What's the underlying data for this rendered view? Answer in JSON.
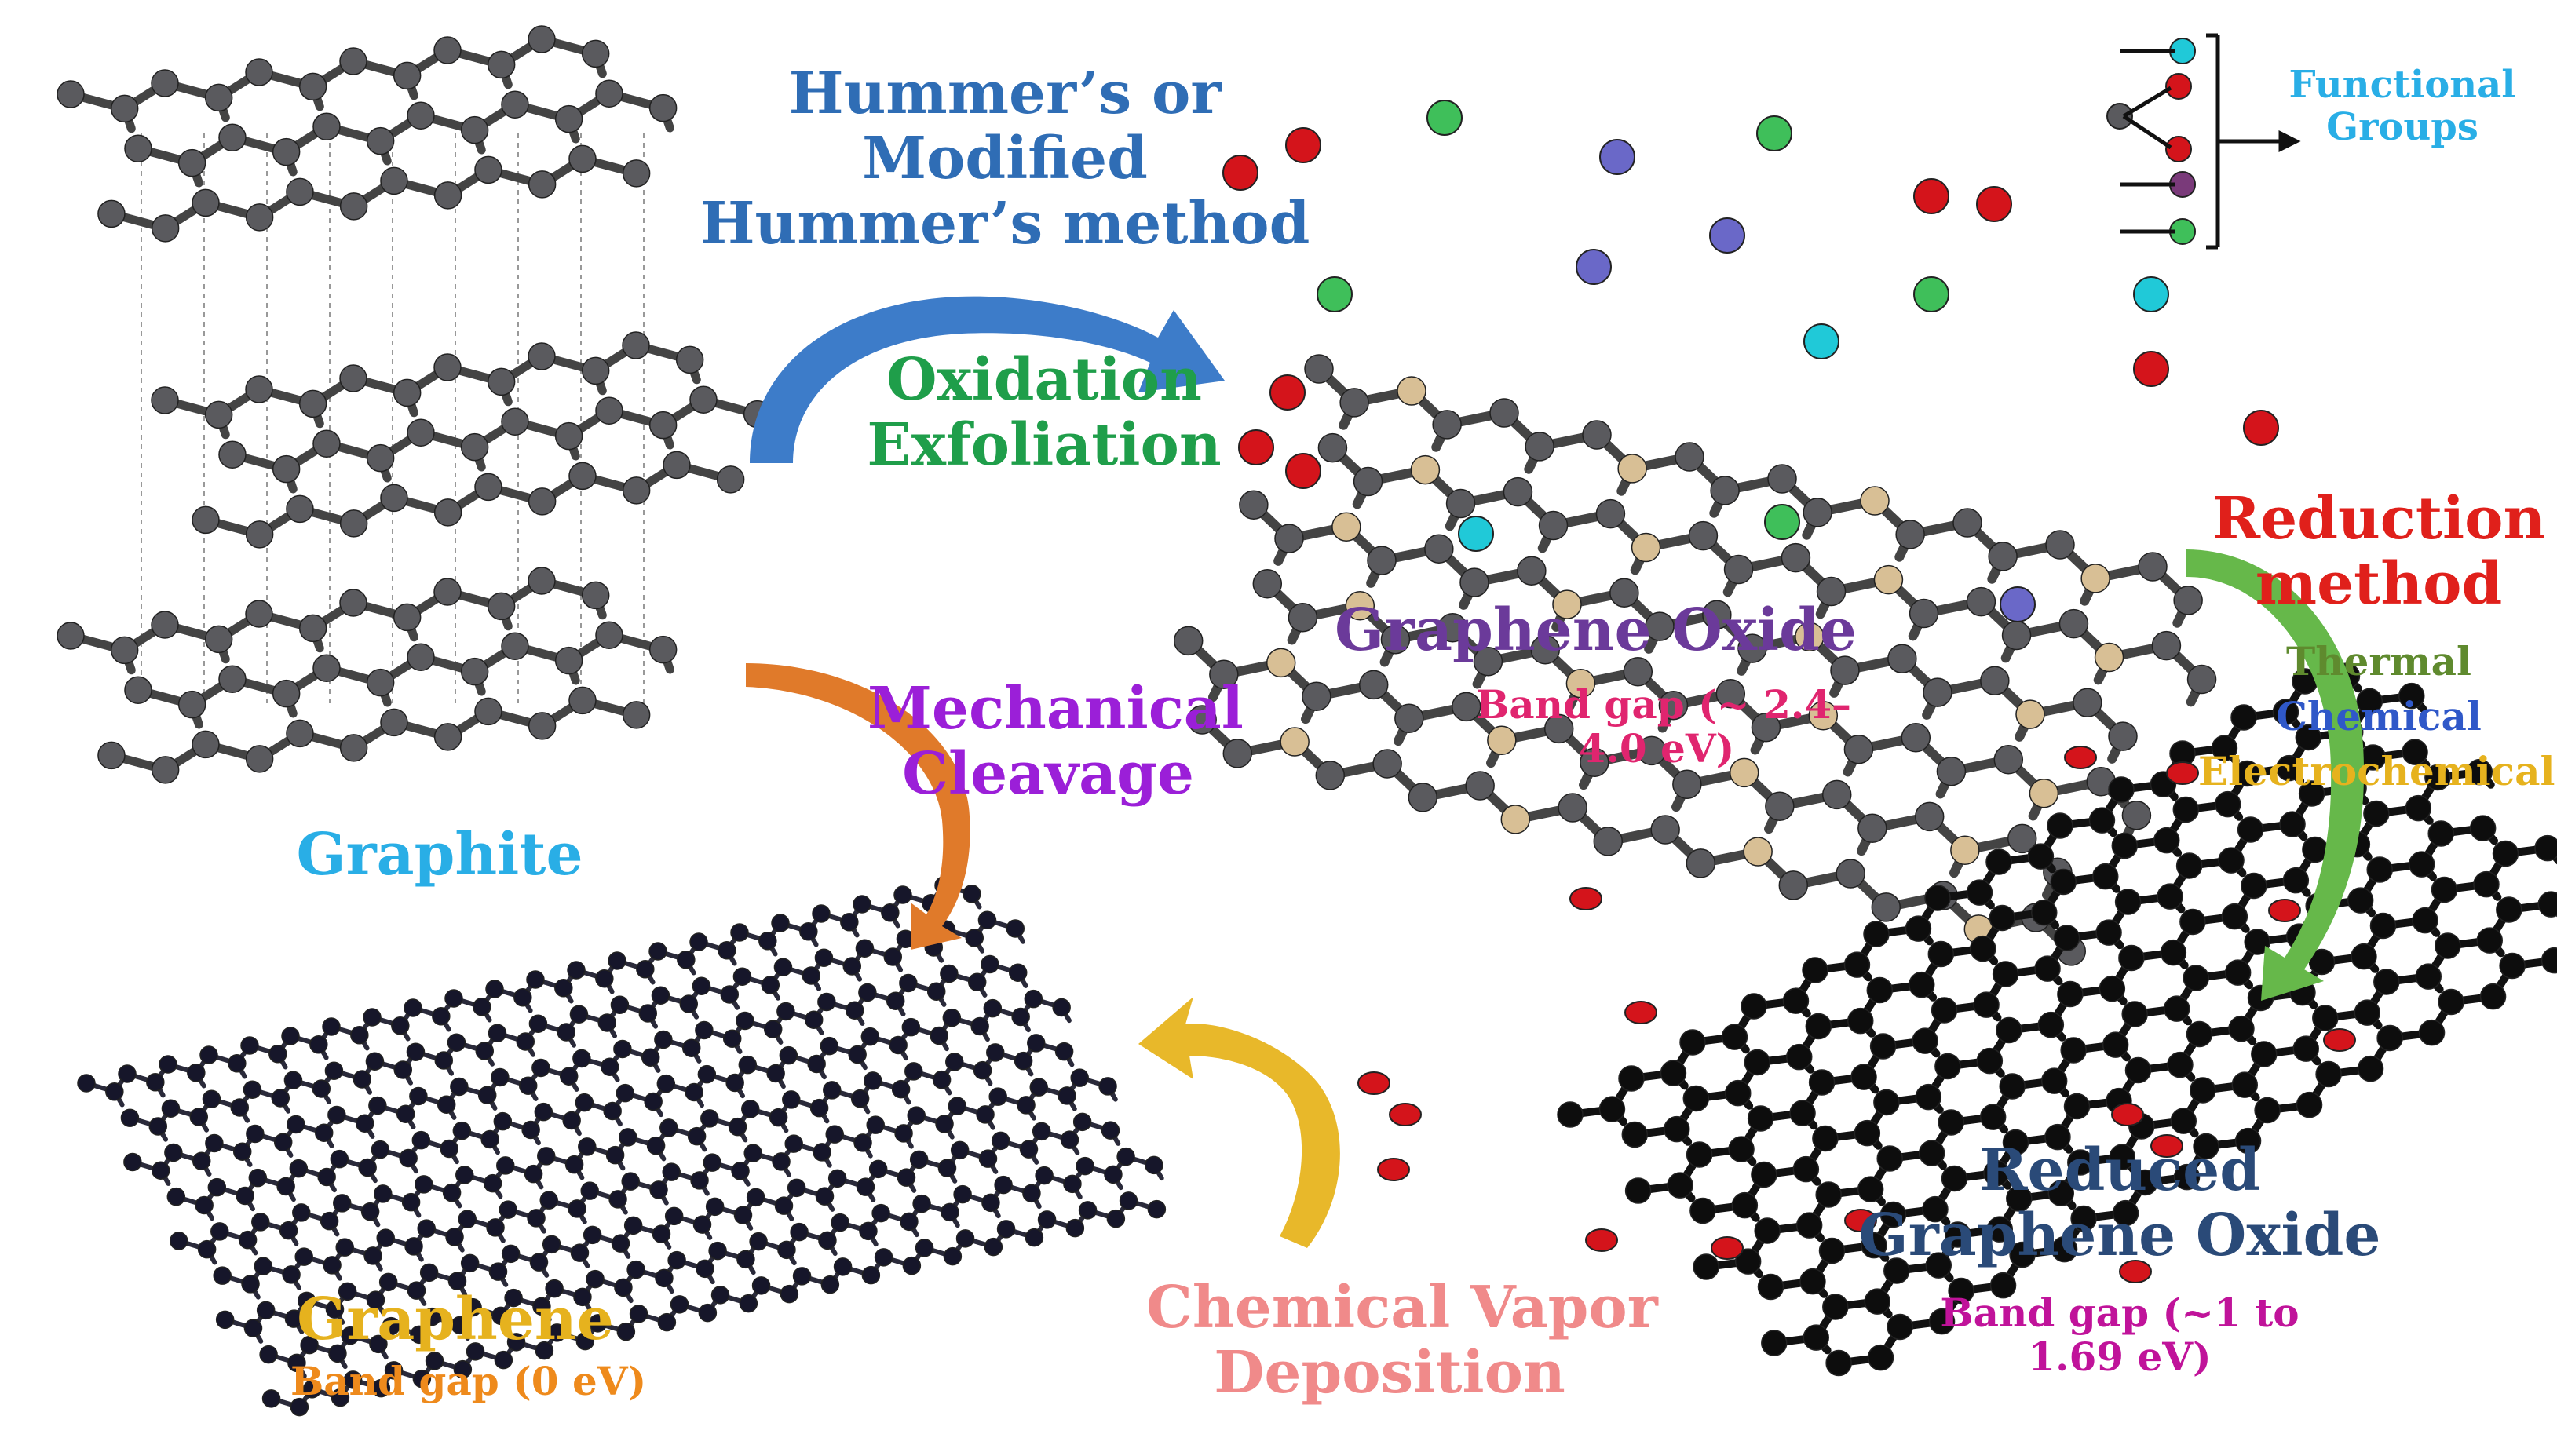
{
  "labels": {
    "hummers_line1": "Hummer’s or",
    "hummers_line2": "Modified",
    "hummers_line3": "Hummer’s method",
    "oxidation_line1": "Oxidation",
    "oxidation_line2": "Exfoliation",
    "graphite": "Graphite",
    "mechanical_line1": "Mechanical",
    "mechanical_line2": "Cleavage",
    "graphene": "Graphene",
    "graphene_gap": "Band gap (0 eV)",
    "cvd_line1": "Chemical Vapor",
    "cvd_line2": "Deposition",
    "go_title": "Graphene Oxide",
    "go_gap_line1": "Band gap (~ 2.4–",
    "go_gap_line2": "4.0 eV)",
    "reduction_line1": "Reduction",
    "reduction_line2": "method",
    "thermal": "Thermal",
    "chemical": "Chemical",
    "electrochemical": "Electrochemical",
    "rgo_line1": "Reduced",
    "rgo_line2": "Graphene Oxide",
    "rgo_gap_line1": "Band gap (~1 to",
    "rgo_gap_line2": "1.69 eV)",
    "fg_line1": "Functional",
    "fg_line2": "Groups"
  },
  "colors": {
    "hummers": "#2f6db5",
    "oxidation": "#1f9e4a",
    "graphite": "#29aee6",
    "mechanical": "#9b1fd8",
    "graphene": "#e6b21e",
    "graphene_gap": "#ee8a1c",
    "cvd": "#f08a8a",
    "go_title": "#6b3a9a",
    "go_gap": "#e0256f",
    "reduction": "#e0201b",
    "thermal": "#5f8a2e",
    "chemical": "#2f58c8",
    "electrochemical": "#e6b21e",
    "rgo": "#2a4a78",
    "rgo_gap": "#c0139a",
    "functional": "#29aee6",
    "atom_grey": "#5a5a5e",
    "atom_black": "#0d0d0d",
    "atom_navy": "#16162a",
    "atom_tan": "#d8bf95",
    "atom_red": "#d4141b",
    "atom_cyan": "#20c9d8",
    "atom_green": "#3fbf5a",
    "atom_purple": "#6a68c8",
    "atom_plum": "#7a3a7a",
    "arrow_blue": "#3d7cc9",
    "arrow_orange": "#e07a2a",
    "arrow_gold": "#e8b82a",
    "arrow_green": "#66b84a"
  }
}
